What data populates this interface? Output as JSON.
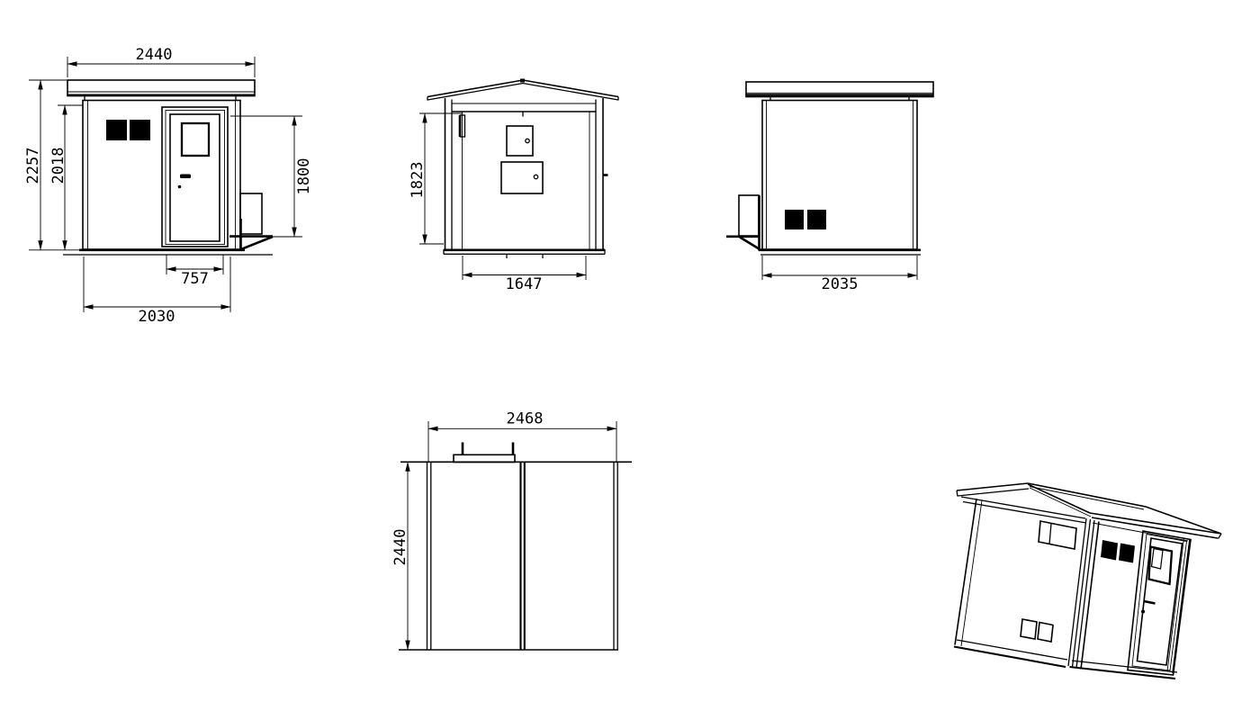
{
  "canvas": {
    "background": "#ffffff",
    "ink": "#000000"
  },
  "views": {
    "front": {
      "dims": {
        "roof_width": "2440",
        "overall_height": "2257",
        "wall_height": "2018",
        "door_opening_height": "1800",
        "door_width": "757",
        "base_width": "2030"
      }
    },
    "side": {
      "dims": {
        "wall_height": "1823",
        "base_width": "1647"
      }
    },
    "rear": {
      "dims": {
        "base_width": "2035"
      }
    },
    "plan": {
      "dims": {
        "roof_width": "2468",
        "roof_depth": "2440"
      }
    },
    "isometric": {}
  }
}
